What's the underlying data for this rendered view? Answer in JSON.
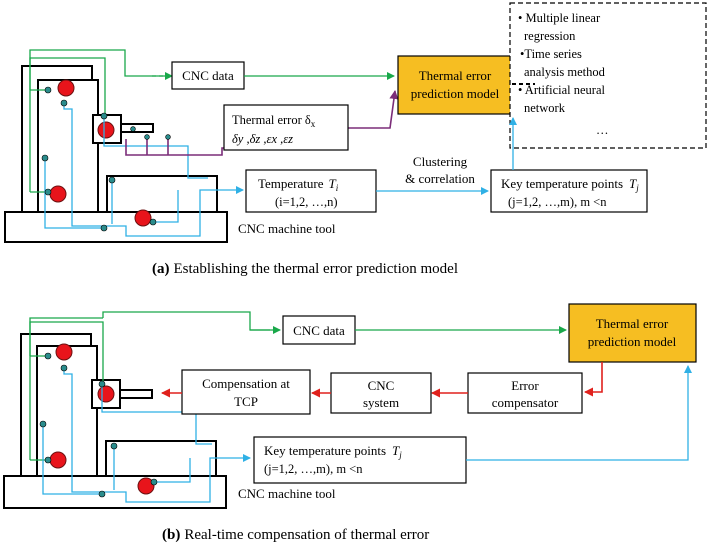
{
  "panel_a": {
    "cnc_data": "CNC data",
    "thermal_error_line1": "Thermal error δ",
    "thermal_error_line1_sub": "x",
    "thermal_error_line2": "δy ,δz ,εx ,εz",
    "temperature_label": "Temperature",
    "temperature_symbol": "T",
    "temperature_sub": "i",
    "temperature_range": "(i=1,2, …,n)",
    "clustering_line1": "Clustering",
    "clustering_line2": "& correlation",
    "key_points_label": "Key temperature points",
    "key_points_symbol": "T",
    "key_points_sub": "j",
    "key_points_range": "(j=1,2, …,m), m <n",
    "model_line1": "Thermal error",
    "model_line2": "prediction model",
    "methods": [
      "• Multiple linear",
      "regression",
      "•Time series",
      "analysis method",
      "• Artificial neural",
      "network",
      "…"
    ],
    "machine_label": "CNC machine tool",
    "caption_letter": "(a)",
    "caption_text": "Establishing the thermal error prediction model"
  },
  "panel_b": {
    "cnc_data": "CNC data",
    "model_line1": "Thermal error",
    "model_line2": "prediction model",
    "compensation_line1": "Compensation at",
    "compensation_line2": "TCP",
    "cnc_system_line1": "CNC",
    "cnc_system_line2": "system",
    "error_comp_line1": "Error",
    "error_comp_line2": "compensator",
    "key_points_label": "Key temperature points",
    "key_points_symbol": "T",
    "key_points_sub": "j",
    "key_points_range": "(j=1,2, …,m), m <n",
    "machine_label": "CNC machine tool",
    "caption_letter": "(b)",
    "caption_text": "Real-time compensation of thermal error"
  },
  "colors": {
    "model_fill": "#f6be22",
    "data_flow": "#19a84a",
    "temperature_flow": "#2fb0e5",
    "thermal_error_flow": "#7b2d79",
    "compensation_flow": "#e0211d",
    "heat_source": "#e8141b"
  }
}
